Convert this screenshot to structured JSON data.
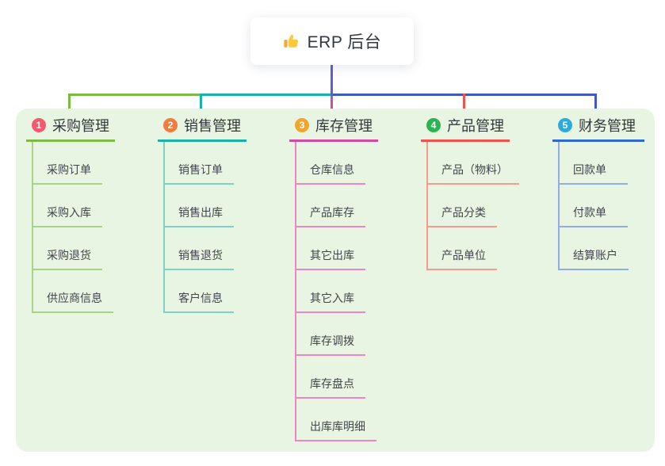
{
  "root": {
    "title": "ERP 后台",
    "icon": "thumbs-up-icon"
  },
  "branches": [
    {
      "number": "1",
      "title": "采购管理",
      "badge_color": "#f25a6e",
      "line_color": "#7cba45",
      "child_line_color": "#a9d287",
      "children": [
        "采购订单",
        "采购入库",
        "采购退货",
        "供应商信息"
      ]
    },
    {
      "number": "2",
      "title": "销售管理",
      "badge_color": "#f07c3e",
      "line_color": "#19b2aa",
      "child_line_color": "#7fd0c9",
      "children": [
        "销售订单",
        "销售出库",
        "销售退货",
        "客户信息"
      ]
    },
    {
      "number": "3",
      "title": "库存管理",
      "badge_color": "#f0a62c",
      "line_color": "#d14a9f",
      "child_line_color": "#ea86c2",
      "children": [
        "仓库信息",
        "产品库存",
        "其它出库",
        "其它入库",
        "库存调拨",
        "库存盘点",
        "出库库明细"
      ]
    },
    {
      "number": "4",
      "title": "产品管理",
      "badge_color": "#2eb354",
      "line_color": "#f0534e",
      "child_line_color": "#f59b8f",
      "children": [
        "产品（物料）",
        "产品分类",
        "产品单位"
      ]
    },
    {
      "number": "5",
      "title": "财务管理",
      "badge_color": "#2baade",
      "line_color": "#2f68d2",
      "child_line_color": "#93abe6",
      "children": [
        "回款单",
        "付款单",
        "结算账户"
      ]
    }
  ],
  "colors": {
    "panel_background": "#e8f5e2",
    "root_stem": "#5b63c8",
    "text": "#33383d"
  }
}
